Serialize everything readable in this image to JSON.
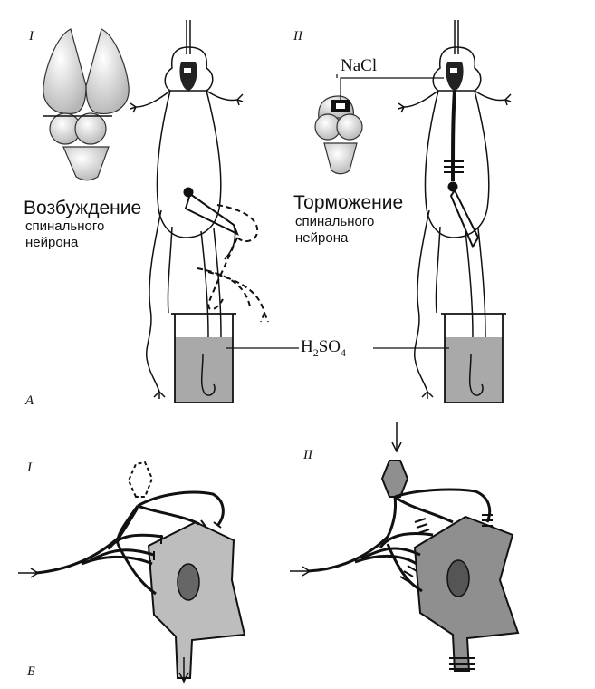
{
  "panel_a": {
    "letter": "А",
    "left": {
      "numeral": "I",
      "caption_big": "Возбуждение",
      "caption_line2": "спинального",
      "caption_line3": "нейрона"
    },
    "right": {
      "numeral": "II",
      "caption_big": "Торможение",
      "caption_line2": "спинального",
      "caption_line3": "нейрона",
      "salt_label": "NaCl"
    },
    "acid_label_main": "H",
    "acid_sub1": "2",
    "acid_mid": "SO",
    "acid_sub2": "4"
  },
  "panel_b": {
    "letter": "Б",
    "left_numeral": "I",
    "right_numeral": "II"
  },
  "colors": {
    "ink": "#111111",
    "soma_light": "#bdbdbd",
    "soma_dark": "#8f8f8f",
    "liquid": "#a9a9a9",
    "brain": "#d9d9d9"
  }
}
